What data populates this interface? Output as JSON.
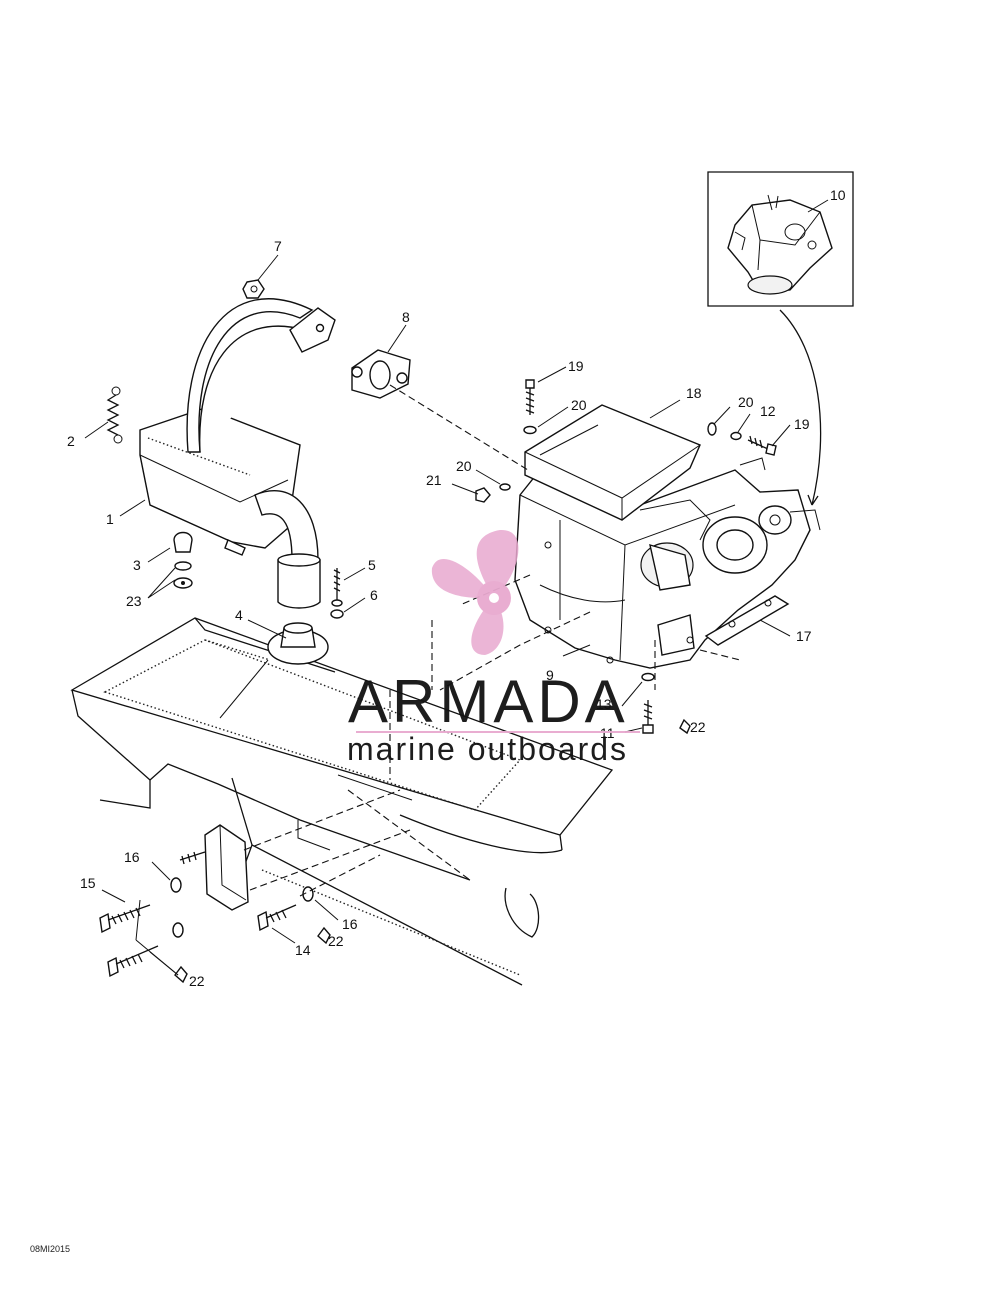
{
  "diagram": {
    "reference_code": "08MI2015",
    "callouts": [
      {
        "id": "c1",
        "text": "1"
      },
      {
        "id": "c2",
        "text": "2"
      },
      {
        "id": "c3",
        "text": "3"
      },
      {
        "id": "c23",
        "text": "23"
      },
      {
        "id": "c4",
        "text": "4"
      },
      {
        "id": "c5",
        "text": "5"
      },
      {
        "id": "c6",
        "text": "6"
      },
      {
        "id": "c7",
        "text": "7"
      },
      {
        "id": "c8",
        "text": "8"
      },
      {
        "id": "c9",
        "text": "9"
      },
      {
        "id": "c10",
        "text": "10"
      },
      {
        "id": "c11",
        "text": "11"
      },
      {
        "id": "c12",
        "text": "12"
      },
      {
        "id": "c13",
        "text": "13"
      },
      {
        "id": "c14",
        "text": "14"
      },
      {
        "id": "c15",
        "text": "15"
      },
      {
        "id": "c16a",
        "text": "16"
      },
      {
        "id": "c16b",
        "text": "16"
      },
      {
        "id": "c17",
        "text": "17"
      },
      {
        "id": "c18",
        "text": "18"
      },
      {
        "id": "c19a",
        "text": "19"
      },
      {
        "id": "c19b",
        "text": "19"
      },
      {
        "id": "c20a",
        "text": "20"
      },
      {
        "id": "c20b",
        "text": "20"
      },
      {
        "id": "c20c",
        "text": "20"
      },
      {
        "id": "c21",
        "text": "21"
      },
      {
        "id": "c22a",
        "text": "22"
      },
      {
        "id": "c22b",
        "text": "22"
      },
      {
        "id": "c22c",
        "text": "22"
      }
    ]
  },
  "watermark": {
    "brand": "ARMADA",
    "tagline": "marine outboards",
    "logo_color": "#e8a9cf",
    "text_color": "#7d7d7d"
  }
}
